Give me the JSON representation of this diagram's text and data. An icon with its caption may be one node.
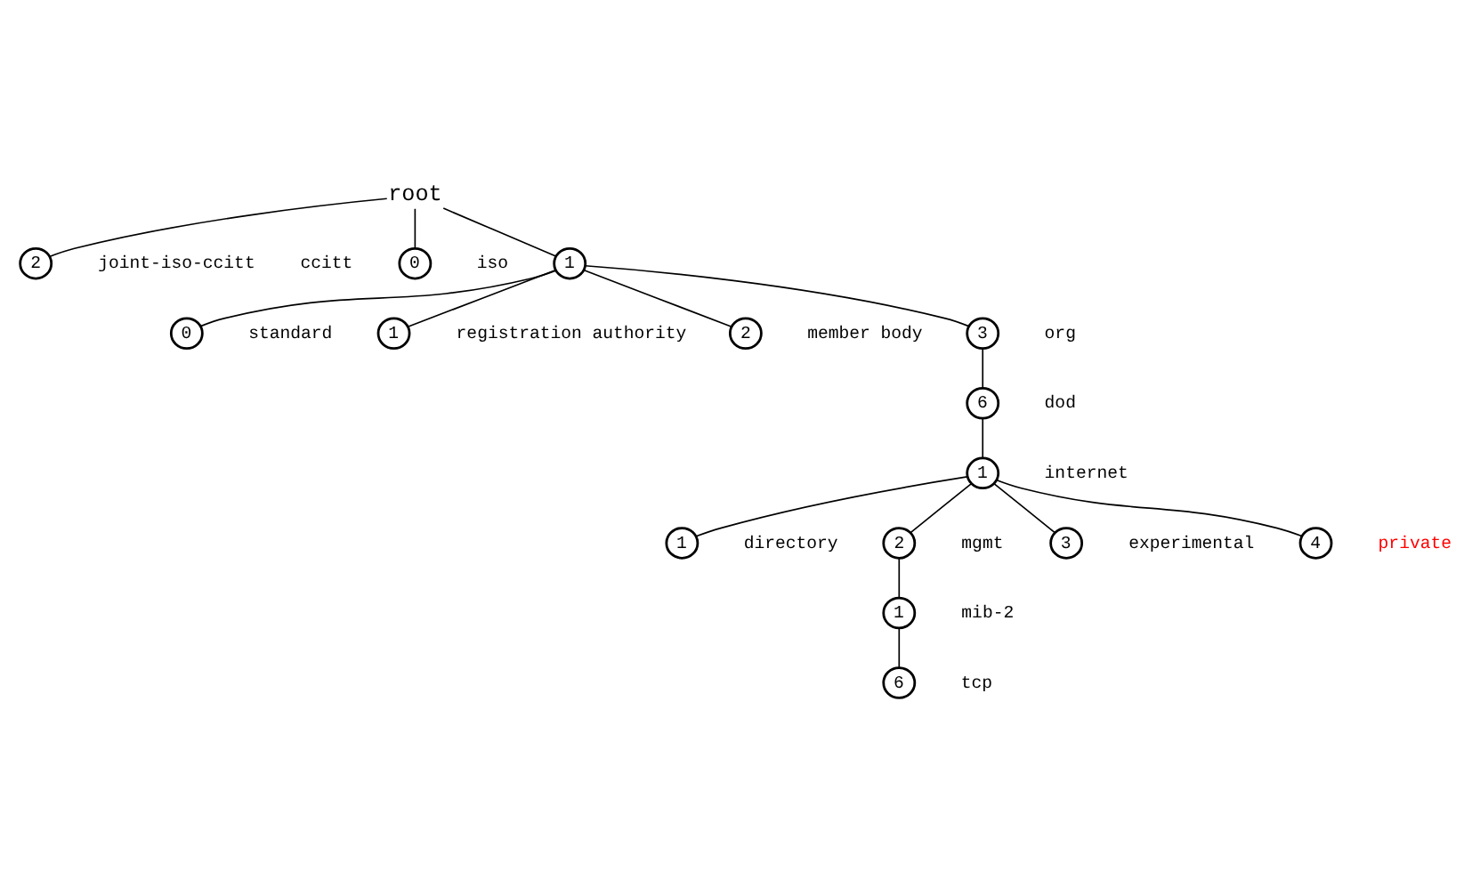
{
  "diagram": {
    "nodes": [
      {
        "text": [
          "root"
        ]
      },
      {
        "text": [
          "0"
        ],
        "beside": [
          "ccitt"
        ]
      },
      {
        "text": [
          "1"
        ],
        "beside": [
          "iso"
        ]
      },
      {
        "text": [
          "2"
        ],
        "beside": [
          "joint-iso-ccitt"
        ]
      },
      {
        "text": [
          "0"
        ],
        "beside": [
          "standard"
        ]
      },
      {
        "text": [
          "1"
        ],
        "beside": [
          "registration authority"
        ]
      },
      {
        "text": [
          "2"
        ],
        "beside": [
          "member body"
        ]
      },
      {
        "text": [
          "3"
        ],
        "beside": [
          "org"
        ]
      },
      {
        "text": [
          "6"
        ],
        "beside": [
          "dod"
        ]
      },
      {
        "text": [
          "1"
        ],
        "beside": [
          "internet"
        ]
      },
      {
        "text": [
          "1"
        ],
        "beside": [
          "directory"
        ]
      },
      {
        "text": [
          "2"
        ],
        "beside": [
          "mgmt"
        ]
      },
      {
        "text": [
          "3"
        ],
        "beside": [
          "experimental"
        ]
      },
      {
        "text": [
          "4"
        ],
        "beside": [
          "private"
        ]
      },
      {
        "text": [
          "1"
        ],
        "beside": [
          "mib-2"
        ]
      },
      {
        "text": [
          "6"
        ],
        "beside": [
          "tcp"
        ]
      }
    ],
    "edges": [
      {
        "from": 0,
        "to": 1,
        "arrow": "none"
      },
      {
        "from": 0,
        "to": 2,
        "arrow": "none"
      },
      {
        "from": 0,
        "to": 3,
        "arrow": "none"
      },
      {
        "from": 2,
        "to": 4,
        "arrow": "none"
      },
      {
        "from": 2,
        "to": 5,
        "arrow": "none"
      },
      {
        "from": 2,
        "to": 6,
        "arrow": "none"
      },
      {
        "from": 2,
        "to": 7,
        "arrow": "none"
      },
      {
        "from": 7,
        "to": 8,
        "arrow": "none"
      },
      {
        "from": 8,
        "to": 9,
        "arrow": "none"
      },
      {
        "from": 9,
        "to": 10,
        "arrow": "none"
      },
      {
        "from": 9,
        "to": 11,
        "arrow": "none"
      },
      {
        "from": 9,
        "to": 12,
        "arrow": "none"
      },
      {
        "from": 9,
        "to": 13,
        "arrow": "none"
      },
      {
        "from": 11,
        "to": 14,
        "arrow": "none"
      },
      {
        "from": 14,
        "to": 15,
        "arrow": "none"
      }
    ]
  }
}
